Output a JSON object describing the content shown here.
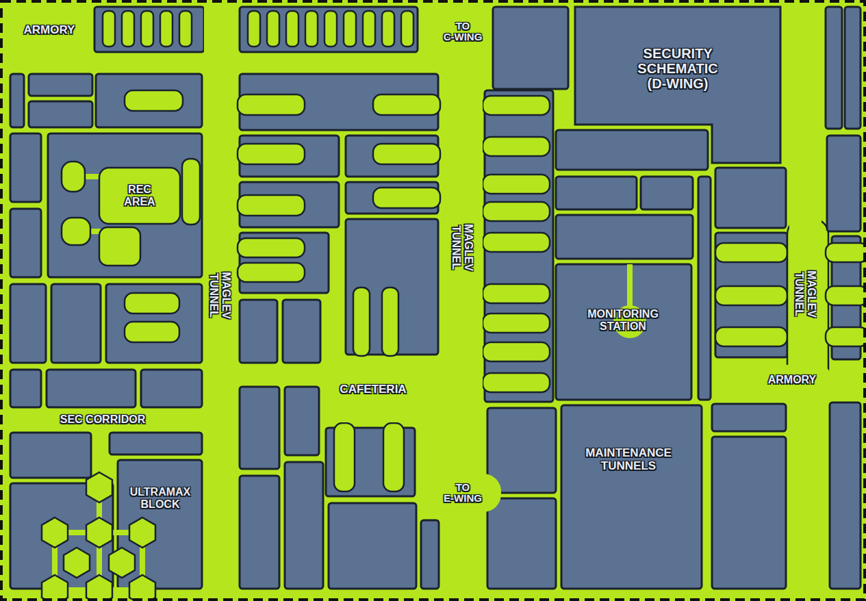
{
  "diagram": {
    "nodes": [
      {
        "text": [
          "MAGLEV TUNNEL"
        ]
      },
      {
        "text": [
          "MAGLEV TUNNEL"
        ]
      },
      {
        "text": [
          "MAGLEV TUNNEL"
        ]
      },
      {
        "text": [
          "CAFETERIA"
        ]
      },
      {
        "text": [
          "ARMORY"
        ]
      },
      {
        "text": [
          "TO E-WING"
        ]
      }
    ],
    "edges": [
      {
        "from": 0,
        "to": 3,
        "arrow": "none"
      },
      {
        "from": 3,
        "to": 1,
        "arrow": "none"
      }
    ],
    "labels": [
      "ARMORY",
      "TO C-WING",
      "SECURITY SCHEMATIC (D-WING)",
      "REC AREA",
      "MONITORING STATION",
      "SEC CORRIDOR",
      "MAINTENANCE TUNNELS",
      "ULTRAMAX BLOCK"
    ]
  }
}
